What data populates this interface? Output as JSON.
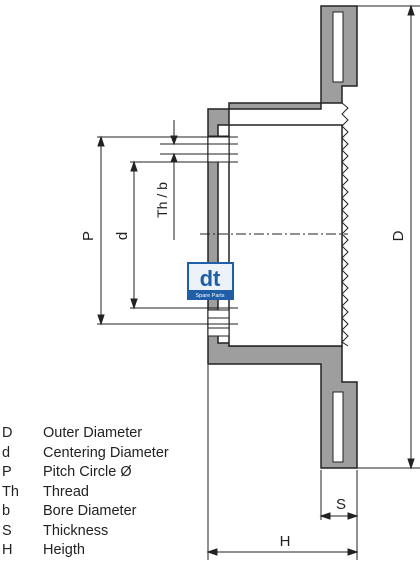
{
  "dimension_labels": {
    "D": "D",
    "d": "d",
    "P": "P",
    "thread_bore": "Th / b",
    "S": "S",
    "H": "H"
  },
  "logo": {
    "text": "dt",
    "subtext": "Spare Parts"
  },
  "legend": [
    {
      "symbol": "D",
      "description": "Outer Diameter"
    },
    {
      "symbol": "d",
      "description": "Centering Diameter"
    },
    {
      "symbol": "P",
      "description": "Pitch Circle Ø"
    },
    {
      "symbol": "Th",
      "description": "Thread"
    },
    {
      "symbol": "b",
      "description": "Bore Diameter"
    },
    {
      "symbol": "S",
      "description": "Thickness"
    },
    {
      "symbol": "H",
      "description": "Heigth"
    }
  ],
  "colors": {
    "hatch_fill": "#9e9e9e",
    "logo_blue": "#1f5fa8",
    "line": "#222222"
  }
}
